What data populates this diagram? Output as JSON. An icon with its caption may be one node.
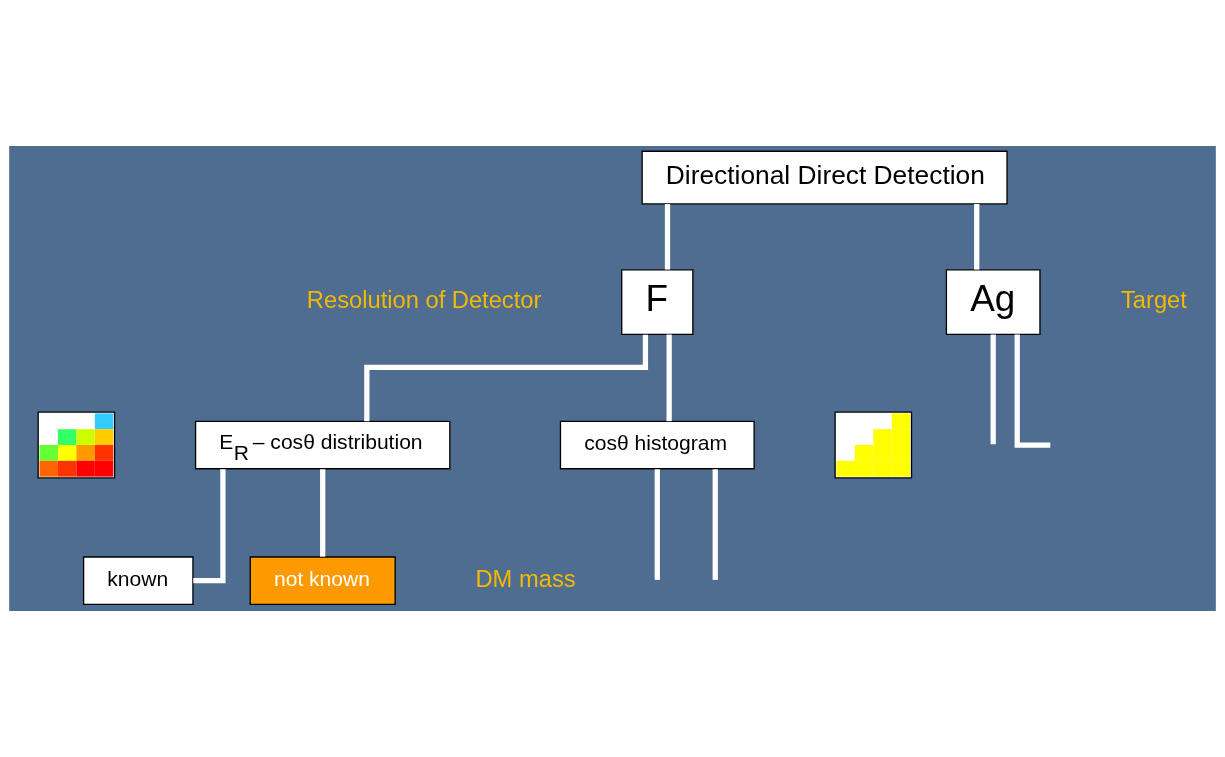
{
  "diagram": {
    "nodes": [
      {
        "text": [
          "Directional Direct Detection"
        ]
      },
      {
        "text": [
          "F"
        ]
      },
      {
        "text": [
          "Ag"
        ]
      },
      {
        "text": [
          "E$_{R}$ – cosθ distribution"
        ]
      },
      {
        "text": [
          "cosθ histogram"
        ]
      },
      {
        "text": [
          "known"
        ]
      },
      {
        "text": [
          "not known"
        ]
      },
      {
        "text": [],
        "shape": "picture"
      },
      {
        "text": [],
        "shape": "picture"
      }
    ],
    "edges": [
      {
        "from": 0,
        "to": 1,
        "arrow": "none"
      },
      {
        "from": 0,
        "to": 2,
        "arrow": "none"
      },
      {
        "from": 1,
        "to": 3,
        "arrow": "none"
      },
      {
        "from": 1,
        "to": 4,
        "arrow": "none"
      },
      {
        "from": 2,
        "to": null,
        "arrow": "none"
      },
      {
        "from": 2,
        "to": null,
        "arrow": "none"
      },
      {
        "from": 3,
        "to": 5,
        "arrow": "none"
      },
      {
        "from": 3,
        "to": 6,
        "arrow": "none"
      },
      {
        "from": 4,
        "to": null,
        "arrow": "none"
      },
      {
        "from": 4,
        "to": null,
        "arrow": "none"
      }
    ],
    "labels": [
      "Target",
      "Resolution of Detector",
      "DM mass"
    ]
  }
}
